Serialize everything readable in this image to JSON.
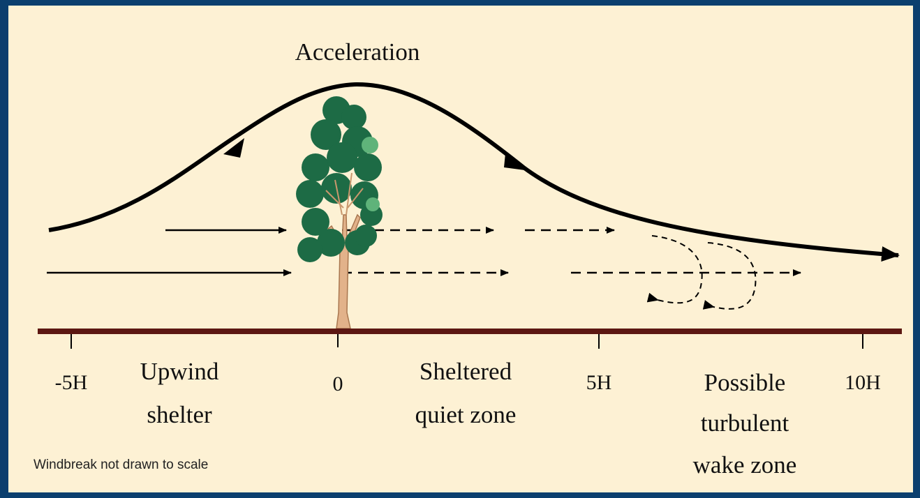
{
  "title": "Acceleration",
  "axis_ticks": [
    "-5H",
    "0",
    "5H",
    "10H"
  ],
  "zones": {
    "upwind": [
      "Upwind",
      "shelter"
    ],
    "sheltered": [
      "Sheltered",
      "quiet zone"
    ],
    "turbulent": [
      "Possible",
      "turbulent",
      "wake zone"
    ]
  },
  "note": "Windbreak not drawn to scale",
  "colors": {
    "border": "#0b3f6e",
    "background": "#fdf1d4",
    "ground": "#5c1712",
    "foliage": "#1d6b45",
    "foliage_light": "#5fb37a",
    "trunk": "#e2b28a",
    "arrows": "#000000"
  }
}
